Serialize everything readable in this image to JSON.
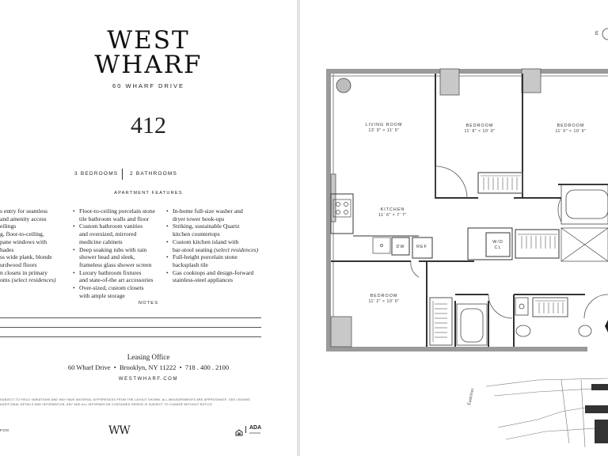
{
  "brand": {
    "line1": "WEST",
    "line2": "WHARF",
    "address": "60 WHARF DRIVE"
  },
  "unit": {
    "number": "412",
    "bedrooms": "3 BEDROOMS",
    "bathrooms": "2 BATHROOMS"
  },
  "features": {
    "heading": "APARTMENT FEATURES",
    "col1": [
      "s entry for seamless",
      "and amenity access",
      "eilings",
      "g, floor-to-ceiling,",
      "pane windows with",
      "hades",
      "ss wide plank, blonde",
      "urdwood floors",
      "n closets in primary",
      "oms (select residences)"
    ],
    "col2": [
      "Floor-to-ceiling porcelain stone",
      "tile bathroom walls and floor",
      "Custom bathroom vanities",
      "and oversized, mirrored",
      "medicine cabinets",
      "Deep soaking tubs with rain",
      "shower head and sleek,",
      "frameless glass shower screen",
      "Luxury bathroom fixtures",
      "and state-of-the art accessories",
      "Over-sized, custom closets",
      "with ample storage"
    ],
    "col3": [
      "In-home full-size washer and",
      "dryer tower hook-ups",
      "Striking, sustainable Quartz",
      "kitchen countertops",
      "Custom kitchen island with",
      "bar-stool seating (select residences)",
      "Full-height porcelain stone",
      "backsplash tile",
      "Gas cooktops and design-forward",
      "stainless-steel appliances"
    ]
  },
  "notes": {
    "heading": "NOTES"
  },
  "leasing": {
    "title": "Leasing Office",
    "address": "60 Wharf Drive",
    "city": "Brooklyn, NY 11222",
    "phone": "718 . 400 . 2100",
    "website": "WESTWHARF.COM"
  },
  "disclaimer": {
    "line1": "SUBJECT TO FIELD VARIATIONS AND MAY HAVE MATERIAL DIFFERENCES FROM THE LAYOUT SHOWN. ALL MEASUREMENTS ARE APPROXIMATE. SEE LEASING",
    "line2": "ADDITIONAL DETAILS AND INFORMATION, ANY AND ALL INFORMATION CONTAINED HEREIN IS SUBJECT TO CHANGE WITHOUT NOTICE."
  },
  "footer": {
    "left": "FON",
    "monogram": "WW",
    "ada": "ADA"
  },
  "floorplan": {
    "compass": "E",
    "living_room": {
      "name": "LIVING ROOM",
      "dims": "13' 9\" × 11' 5\""
    },
    "bedroom1": {
      "name": "BEDROOM",
      "dims": "11' 8\" × 10' 0\""
    },
    "bedroom2": {
      "name": "BEDROOM",
      "dims": "11' 0\" × 10' 6\""
    },
    "kitchen": {
      "name": "KITCHEN",
      "dims": "11' 6\" × 7' 7\""
    },
    "bedroom3": {
      "name": "BEDROOM",
      "dims": "11' 2\" × 10' 0\""
    },
    "dw": "DW",
    "ref": "REF",
    "wd1": "W/D",
    "wd2": "CL"
  },
  "map": {
    "street": "Eastriver"
  }
}
